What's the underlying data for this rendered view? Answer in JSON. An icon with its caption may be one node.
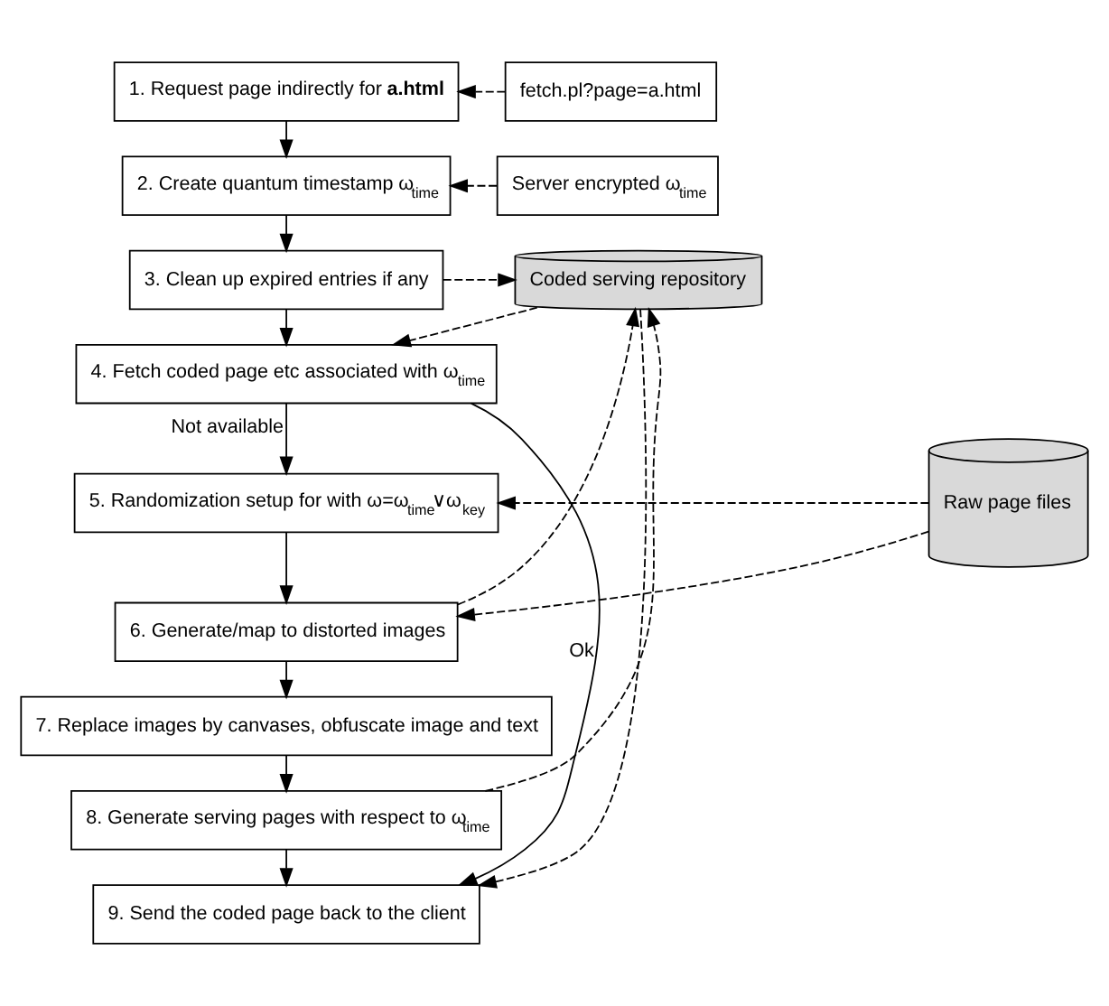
{
  "diagram": {
    "nodes": [
      {
        "text": [
          "1. Request page indirectly for **a.html**"
        ]
      },
      {
        "text": [
          "fetch.pl?page=a.html"
        ]
      },
      {
        "text": [
          "2. Create quantum timestamp ω$_{time}$"
        ]
      },
      {
        "text": [
          "Server encrypted ω$_{time}$"
        ]
      },
      {
        "text": [
          "3. Clean up expired entries if any"
        ]
      },
      {
        "text": [
          "Coded serving repository"
        ]
      },
      {
        "text": [
          "4. Fetch coded page etc associated with ω$_{time}$"
        ]
      },
      {
        "text": [
          "Raw page files"
        ]
      },
      {
        "text": [
          "5. Randomization setup for with ω=ω$_{time}$∨ω$_{key}$"
        ]
      },
      {
        "text": [
          "6. Generate/map to distorted images"
        ]
      },
      {
        "text": [
          "7. Replace images by canvases, obfuscate image and text"
        ]
      },
      {
        "text": [
          "8. Generate serving pages with respect to ω$_{time}$"
        ]
      },
      {
        "text": [
          "9. Send the coded page back to the client"
        ]
      }
    ],
    "edges": [
      {
        "from": 1,
        "to": 0,
        "arrow": "to",
        "style": "dashed"
      },
      {
        "from": 3,
        "to": 2,
        "arrow": "to",
        "style": "dashed"
      },
      {
        "from": 4,
        "to": 5,
        "arrow": "to",
        "style": "dashed"
      },
      {
        "from": 5,
        "to": 6,
        "arrow": "to",
        "style": "dashed"
      },
      {
        "from": 7,
        "to": 8,
        "arrow": "to",
        "style": "dashed"
      },
      {
        "from": 7,
        "to": 9,
        "arrow": "to",
        "style": "dashed"
      },
      {
        "from": 9,
        "to": 5,
        "arrow": "to",
        "style": "dashed"
      },
      {
        "from": 11,
        "to": 5,
        "arrow": "to",
        "style": "dashed"
      },
      {
        "from": 5,
        "to": 12,
        "arrow": "to",
        "style": "dashed"
      },
      {
        "from": 0,
        "to": 2,
        "arrow": "to"
      },
      {
        "from": 2,
        "to": 4,
        "arrow": "to"
      },
      {
        "from": 4,
        "to": 6,
        "arrow": "to"
      },
      {
        "from": 6,
        "to": 8,
        "arrow": "to",
        "label": "Not available"
      },
      {
        "from": 8,
        "to": 9,
        "arrow": "to"
      },
      {
        "from": 9,
        "to": 10,
        "arrow": "to"
      },
      {
        "from": 10,
        "to": 11,
        "arrow": "to"
      },
      {
        "from": 11,
        "to": 12,
        "arrow": "to"
      },
      {
        "from": 6,
        "to": 12,
        "arrow": "to",
        "label": "Ok"
      }
    ]
  }
}
